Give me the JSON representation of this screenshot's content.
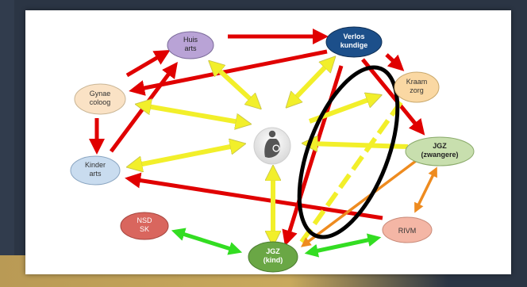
{
  "nodes": {
    "huisarts": "Huis arts",
    "verloskundige": "Verlos kundige",
    "gynaecoloog": "Gynae coloog",
    "kraamzorg": "Kraam zorg",
    "kinderarts": "Kinder arts",
    "jgz_zwangere": "JGZ (zwangere)",
    "nsd_sk": "NSD SK",
    "rivm": "RIVM",
    "jgz_kind": "JGZ (kind)"
  },
  "center_icon": "mother-child-icon",
  "colors": {
    "red": "#e00000",
    "yellow": "#f2ef2a",
    "green": "#33dd22",
    "orange": "#ee8b1f",
    "ellipse": "#000000",
    "huisarts": "#b9a3d6",
    "verloskundige": "#1c4f8a",
    "gynaecoloog": "#fae2c5",
    "kraamzorg": "#fad8a3",
    "kinderarts": "#c9dcef",
    "jgz_zwangere": "#c8dfae",
    "nsd_sk": "#d9665e",
    "rivm": "#f4b6a5",
    "jgz_kind": "#6aa745"
  }
}
